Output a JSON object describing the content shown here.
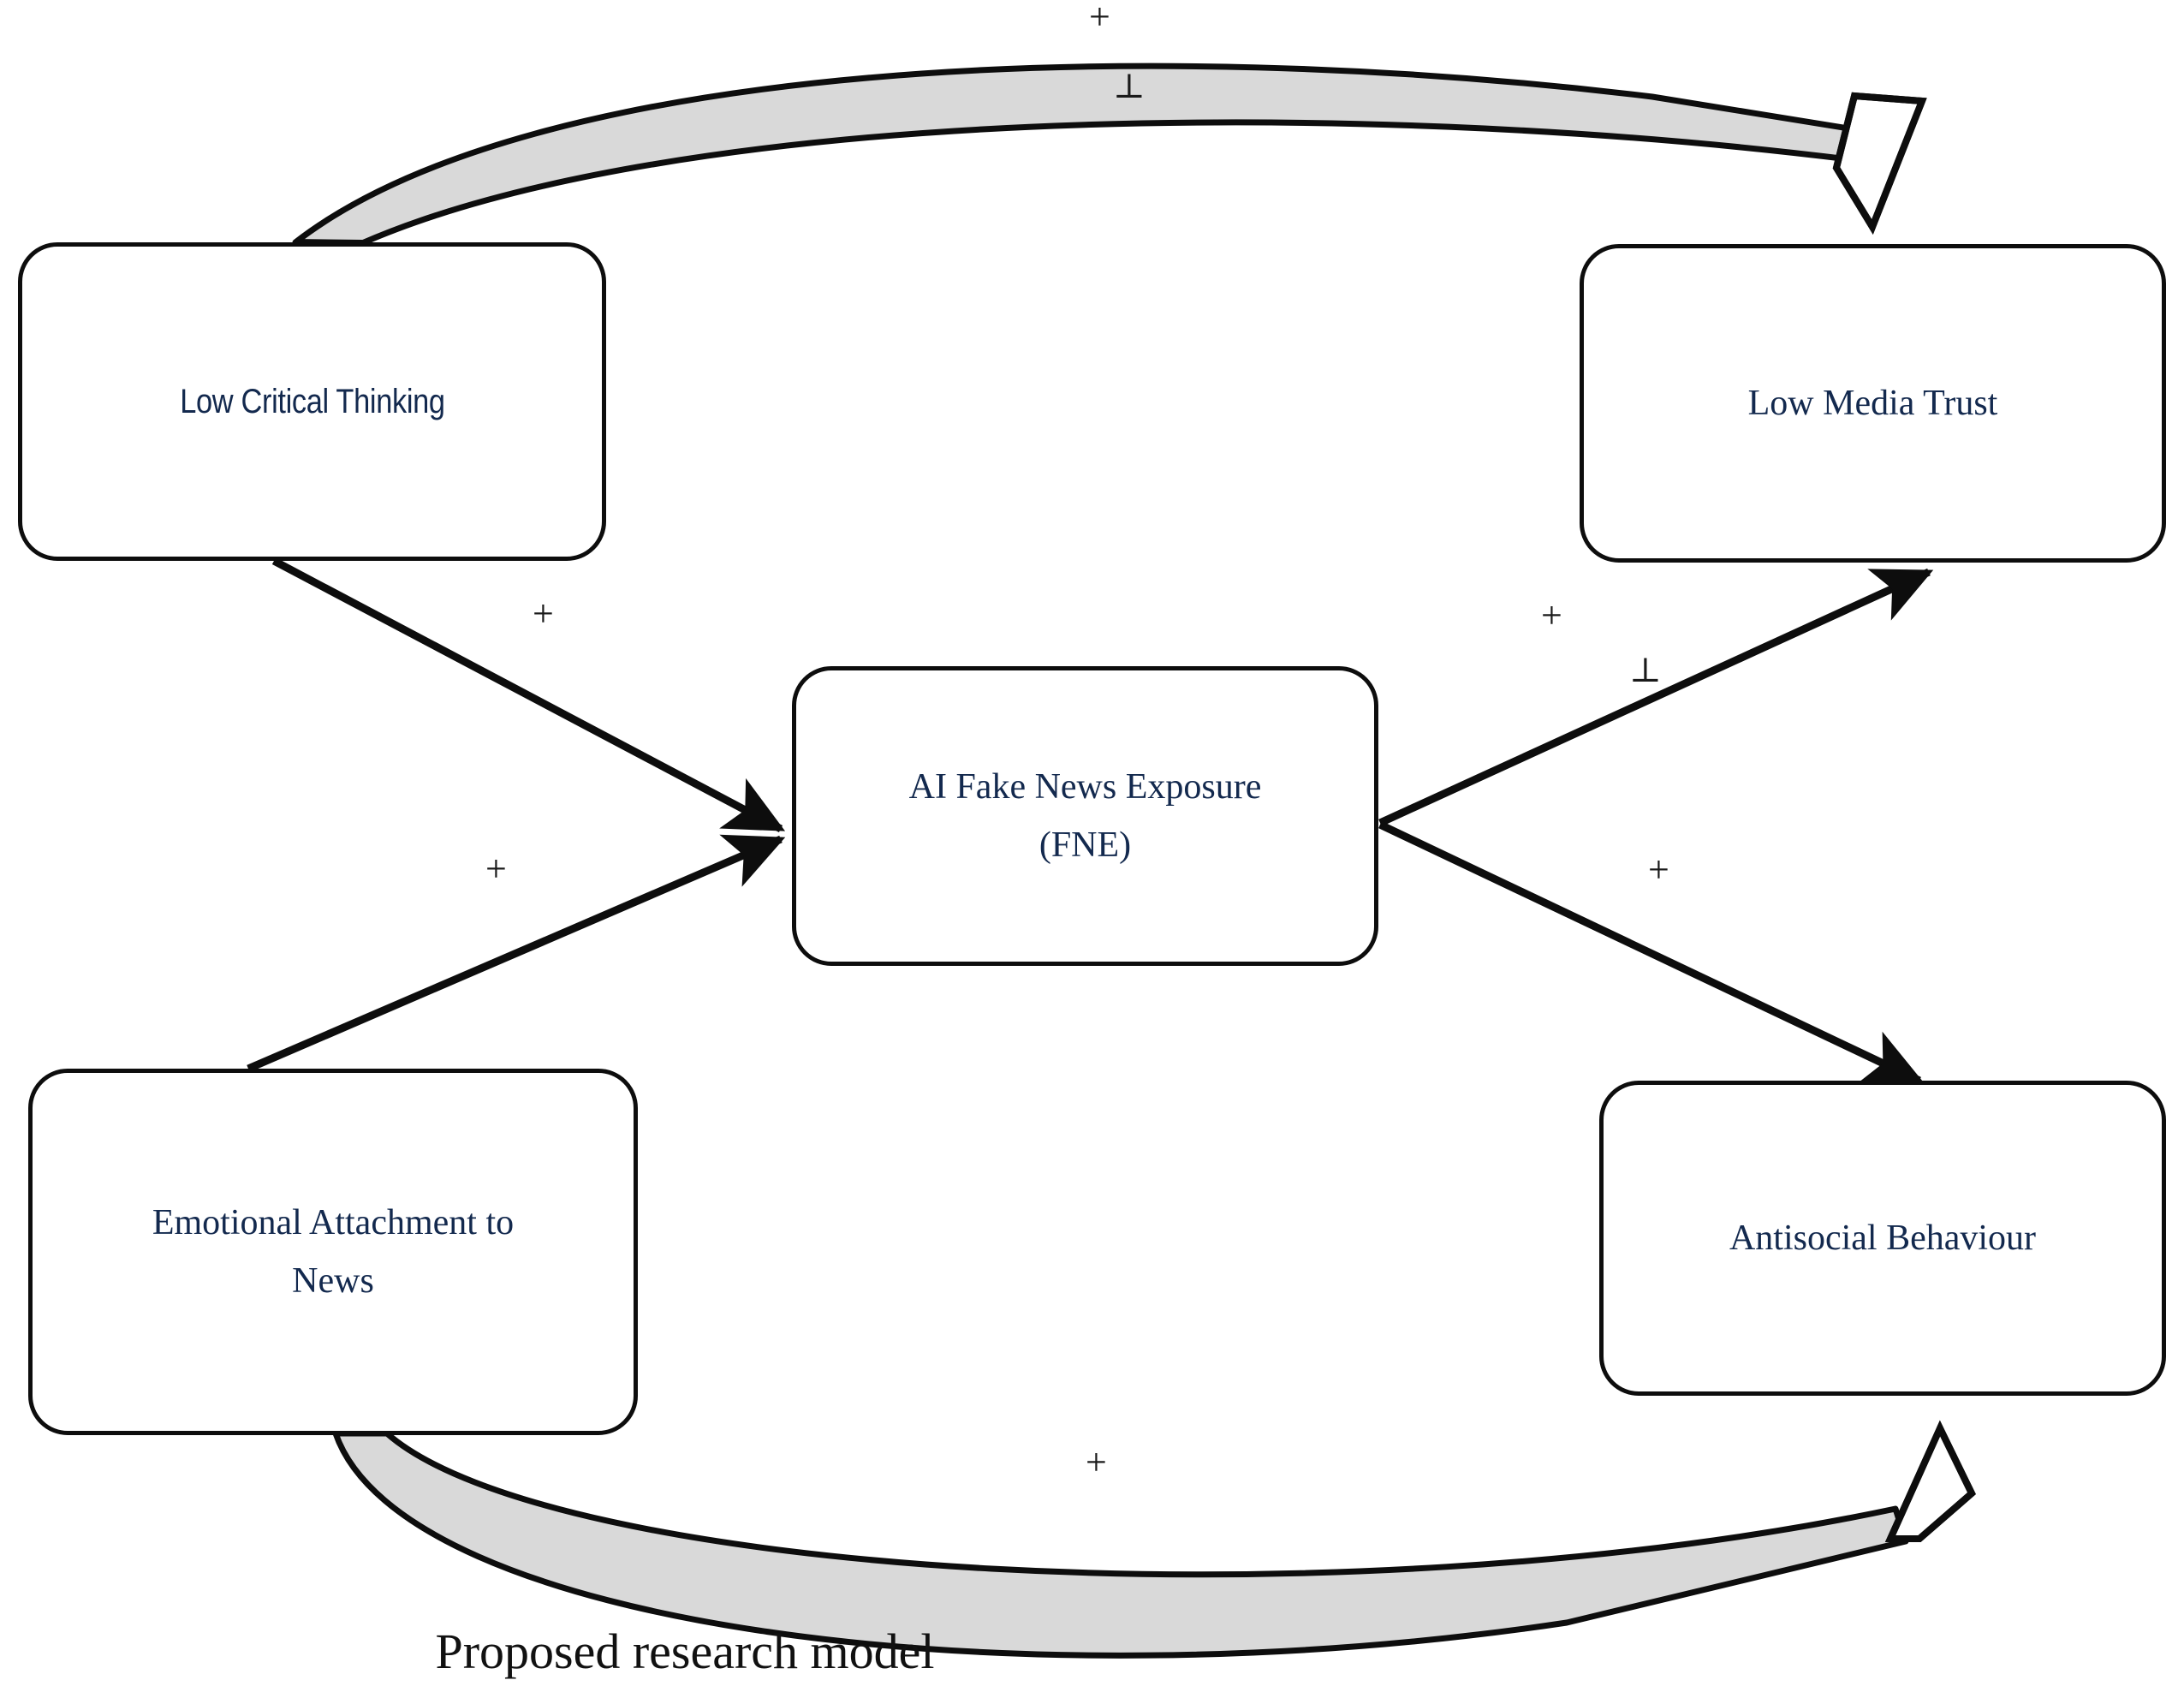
{
  "figure": {
    "caption": "Proposed research model",
    "caption_color": "#111111",
    "background": "#ffffff",
    "node_border_color": "#0d0d0d",
    "node_text_color": "#13294e",
    "ribbon_fill": "#d9d9d9"
  },
  "nodes": [
    {
      "id": "low-critical-thinking",
      "label": "Low Critical Thinking"
    },
    {
      "id": "low-media-trust",
      "label": "Low Media Trust"
    },
    {
      "id": "ai-fake-news-exposure",
      "label": "AI Fake News Exposure\n(FNE)"
    },
    {
      "id": "emotional-attachment-to-news",
      "label": "Emotional Attachment to\nNews"
    },
    {
      "id": "antisocial-behaviour",
      "label": "Antisocial Behaviour"
    }
  ],
  "edge_signs": [
    {
      "id": "top-arc-plus",
      "symbol": "+"
    },
    {
      "id": "top-arc-tack",
      "symbol": "⊥"
    },
    {
      "id": "lct-to-fne-plus",
      "symbol": "+"
    },
    {
      "id": "ean-to-fne-plus",
      "symbol": "+"
    },
    {
      "id": "fne-to-lmt-plus",
      "symbol": "+"
    },
    {
      "id": "fne-to-lmt-tack",
      "symbol": "⊥"
    },
    {
      "id": "fne-to-asb-plus",
      "symbol": "+"
    },
    {
      "id": "bottom-arc-plus",
      "symbol": "+"
    }
  ],
  "chart_data": {
    "type": "diagram",
    "title": "Proposed research model",
    "subtype": "path-model",
    "nodes": [
      "Low Critical Thinking",
      "Low Media Trust",
      "AI Fake News Exposure (FNE)",
      "Emotional Attachment to News",
      "Antisocial Behaviour"
    ],
    "edges": [
      {
        "from": "Low Critical Thinking",
        "to": "Low Media Trust",
        "sign": "+",
        "second_sign": "⊥",
        "style": "curved-block-arrow"
      },
      {
        "from": "Low Critical Thinking",
        "to": "AI Fake News Exposure (FNE)",
        "sign": "+",
        "style": "straight-solid-arrow"
      },
      {
        "from": "Emotional Attachment to News",
        "to": "AI Fake News Exposure (FNE)",
        "sign": "+",
        "style": "straight-solid-arrow"
      },
      {
        "from": "AI Fake News Exposure (FNE)",
        "to": "Low Media Trust",
        "sign": "+",
        "second_sign": "⊥",
        "style": "straight-solid-arrow"
      },
      {
        "from": "AI Fake News Exposure (FNE)",
        "to": "Antisocial Behaviour",
        "sign": "+",
        "style": "straight-solid-arrow"
      },
      {
        "from": "Emotional Attachment to News",
        "to": "Antisocial Behaviour",
        "sign": "+",
        "style": "curved-block-arrow"
      }
    ]
  }
}
